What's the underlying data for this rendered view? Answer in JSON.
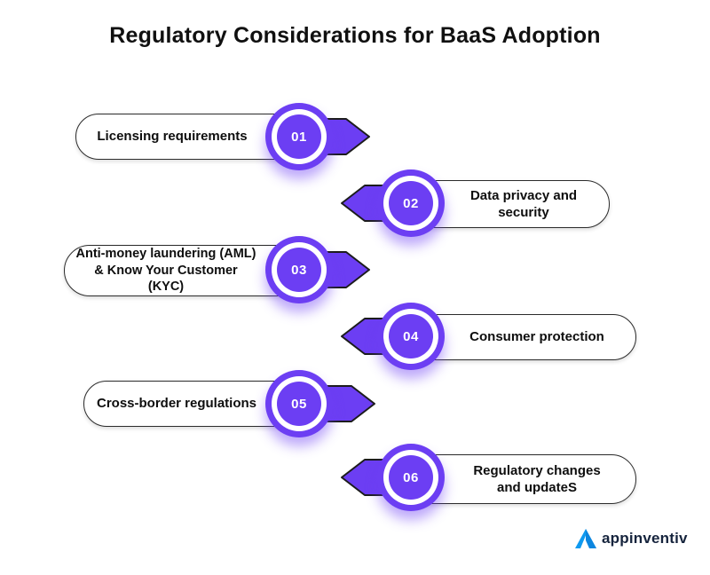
{
  "title": "Regulatory Considerations for BaaS Adoption",
  "items": [
    {
      "number": "01",
      "label": "Licensing requirements",
      "side": "left"
    },
    {
      "number": "02",
      "label": "Data privacy and\nsecurity",
      "side": "right"
    },
    {
      "number": "03",
      "label": "Anti-money laundering (AML)\n& Know Your Customer (KYC)",
      "side": "left"
    },
    {
      "number": "04",
      "label": "Consumer protection",
      "side": "right"
    },
    {
      "number": "05",
      "label": "Cross-border regulations",
      "side": "left"
    },
    {
      "number": "06",
      "label": "Regulatory changes\nand updateS",
      "side": "right"
    }
  ],
  "brand": {
    "name": "appinventiv"
  },
  "colors": {
    "accent": "#6C3EF3",
    "outline": "#1c1c1c",
    "pill_background": "#ffffff",
    "text": "#0e0e0e",
    "logo_blue": "#0F9AF0",
    "logo_text": "#16243d"
  }
}
